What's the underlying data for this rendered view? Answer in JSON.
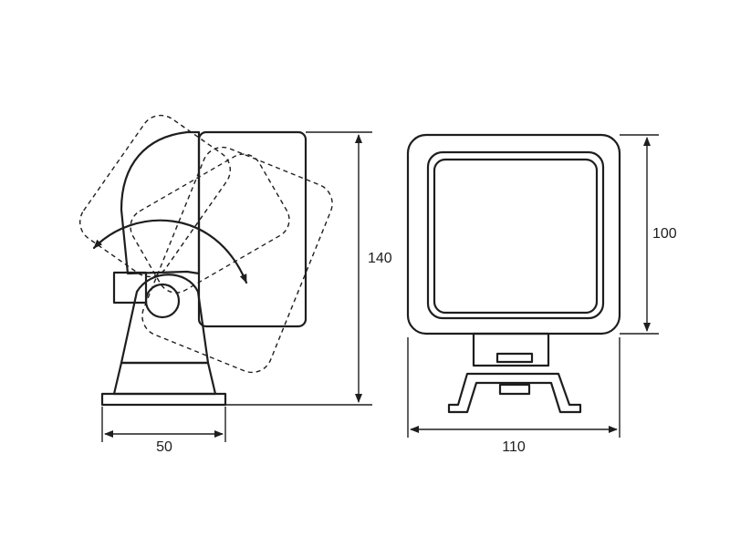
{
  "dimensions": {
    "base_width": "50",
    "height": "140",
    "front_width": "110",
    "front_height": "100"
  }
}
